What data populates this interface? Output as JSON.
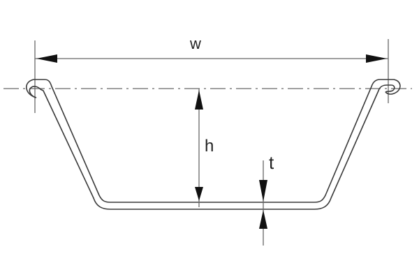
{
  "diagram": {
    "type": "sheet-profile-cross-section",
    "labels": {
      "width": "w",
      "height": "h",
      "thickness": "t"
    },
    "colors": {
      "line": "#3a3a3a",
      "dim_line": "#555555",
      "background": "#ffffff"
    }
  }
}
